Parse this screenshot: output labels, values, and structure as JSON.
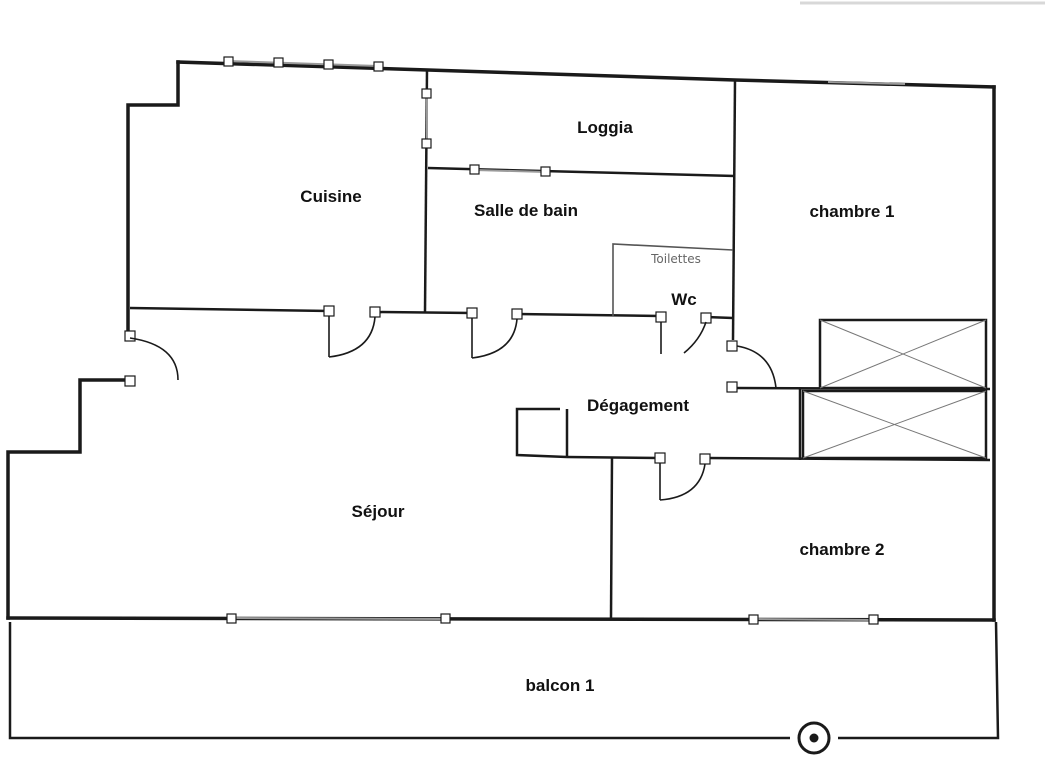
{
  "rooms": {
    "loggia": "Loggia",
    "cuisine": "Cuisine",
    "salle_de_bain": "Salle de bain",
    "chambre_1": "chambre 1",
    "toilettes": "Toilettes",
    "wc": "Wc",
    "degagement": "Dégagement",
    "sejour": "Séjour",
    "chambre_2": "chambre 2",
    "balcon_1": "balcon 1"
  },
  "colors": {
    "wall": "#1a1a1a",
    "window": "#9a9a9a",
    "background": "#ffffff"
  },
  "icons": {
    "symbol": "circle-dot-icon"
  }
}
